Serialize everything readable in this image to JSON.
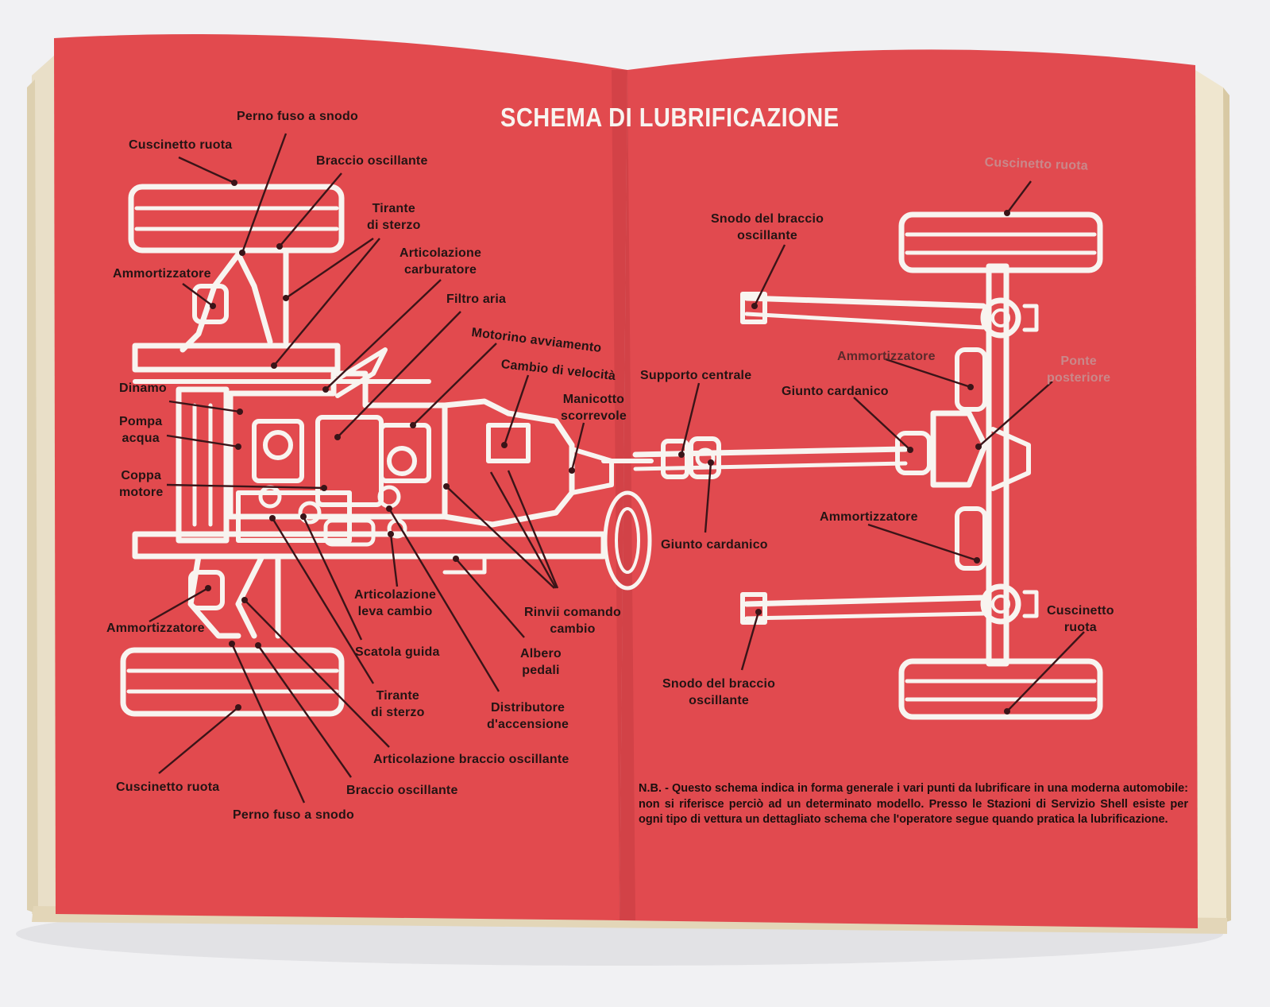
{
  "title": "SCHEMA DI LUBRIFICAZIONE",
  "colors": {
    "page_red": "#e24a4e",
    "ink": "#241414",
    "diagram_white": "#f8f4f0",
    "paper_edge": "#ece4d2"
  },
  "labels": {
    "perno_fuso_top": "Perno fuso a snodo",
    "cuscinetto_ruota_top": "Cuscinetto ruota",
    "braccio_oscillante_top": "Braccio oscillante",
    "tirante_sterzo_top": [
      "Tirante",
      "di sterzo"
    ],
    "ammortizzatore_front_top": "Ammortizzatore",
    "articolazione_carburatore": [
      "Articolazione",
      "carburatore"
    ],
    "filtro_aria": "Filtro aria",
    "motorino_avviamento": "Motorino avviamento",
    "cambio_velocita": "Cambio di velocità",
    "manicotto_scorrevole": [
      "Manicotto",
      "scorrevole"
    ],
    "dinamo": "Dinamo",
    "pompa_acqua": [
      "Pompa",
      "acqua"
    ],
    "coppa_motore": [
      "Coppa",
      "motore"
    ],
    "articolazione_leva_cambio": [
      "Articolazione",
      "leva cambio"
    ],
    "rinvii_comando_cambio": [
      "Rinvii comando",
      "cambio"
    ],
    "ammortizzatore_front_bottom": "Ammortizzatore",
    "scatola_guida": "Scatola guida",
    "albero_pedali": [
      "Albero",
      "pedali"
    ],
    "tirante_sterzo_bottom": [
      "Tirante",
      "di sterzo"
    ],
    "distributore_accensione": [
      "Distributore",
      "d'accensione"
    ],
    "articolazione_braccio_oscillante": "Articolazione braccio oscillante",
    "cuscinetto_ruota_bottom": "Cuscinetto ruota",
    "braccio_oscillante_bottom": "Braccio oscillante",
    "perno_fuso_bottom": "Perno fuso a snodo",
    "snodo_braccio_top": [
      "Snodo del braccio",
      "oscillante"
    ],
    "cuscinetto_ruota_rear_top": "Cuscinetto ruota",
    "supporto_centrale": "Supporto centrale",
    "giunto_cardanico_top": "Giunto cardanico",
    "ammortizzatore_rear_top": "Ammortizzatore",
    "ponte_posteriore": [
      "Ponte",
      "posteriore"
    ],
    "giunto_cardanico_bottom": "Giunto cardanico",
    "ammortizzatore_rear_bottom": "Ammortizzatore",
    "cuscinetto_ruota_rear_bottom": [
      "Cuscinetto",
      "ruota"
    ],
    "snodo_braccio_bottom": [
      "Snodo del braccio",
      "oscillante"
    ]
  },
  "note": "N.B. - Questo schema indica in forma generale i vari punti da lubrificare in una moderna automobile: non si riferisce perciò ad un determinato modello. Presso le Stazioni di Servizio Shell esiste per ogni tipo di vettura un dettagliato schema che l'operatore segue quando pratica la lubrificazione."
}
